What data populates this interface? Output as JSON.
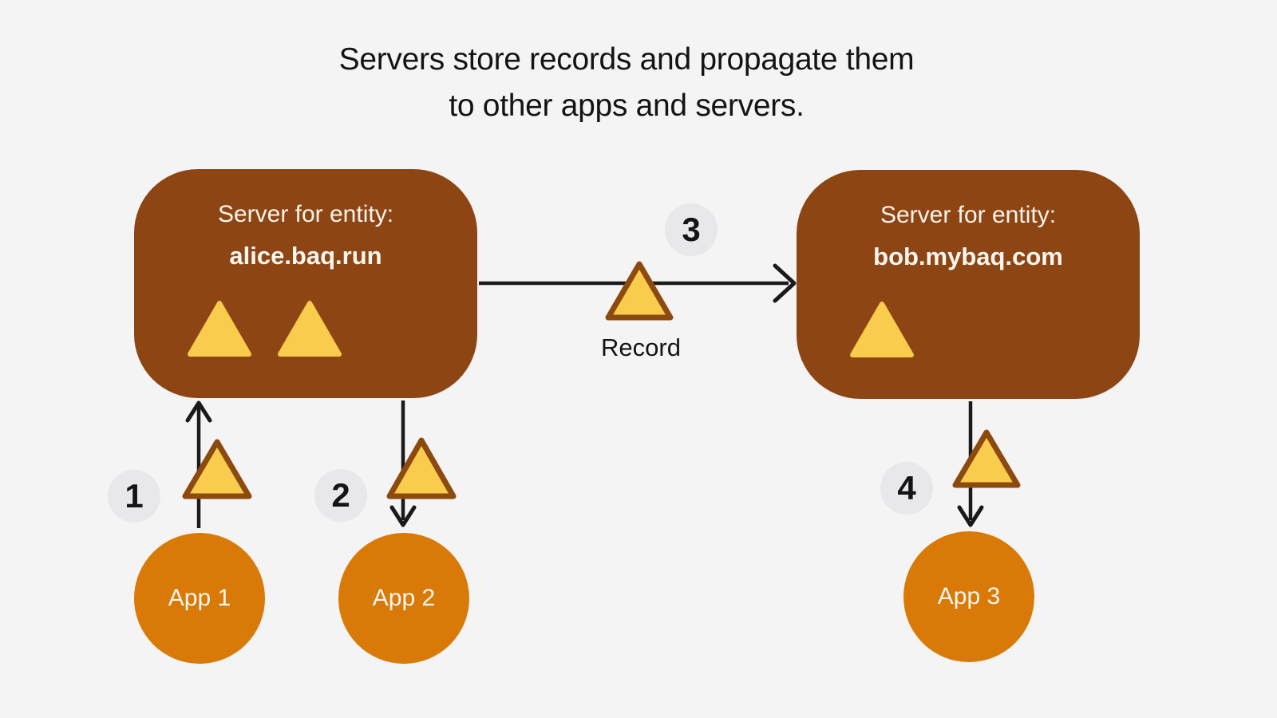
{
  "title": {
    "line1": "Servers store records and propagate them",
    "line2": "to other apps and servers."
  },
  "servers": {
    "left": {
      "label": "Server for entity:",
      "domain": "alice.baq.run",
      "stored_records": 2
    },
    "right": {
      "label": "Server for entity:",
      "domain": "bob.mybaq.com",
      "stored_records": 1
    }
  },
  "record": {
    "label": "Record"
  },
  "badges": {
    "step1": "1",
    "step2": "2",
    "step3": "3",
    "step4": "4"
  },
  "apps": {
    "app1": "App 1",
    "app2": "App 2",
    "app3": "App 3"
  },
  "colors": {
    "background": "#F4F4F5",
    "server_brown": "#8E4514",
    "app_orange": "#D97A08",
    "record_yellow": "#F9CC4D",
    "record_border": "#8C4A0F",
    "badge_gray": "#E8E8EB",
    "arrow_black": "#1A1A1C",
    "text_dark": "#141417",
    "text_light": "#FBF6EF"
  }
}
